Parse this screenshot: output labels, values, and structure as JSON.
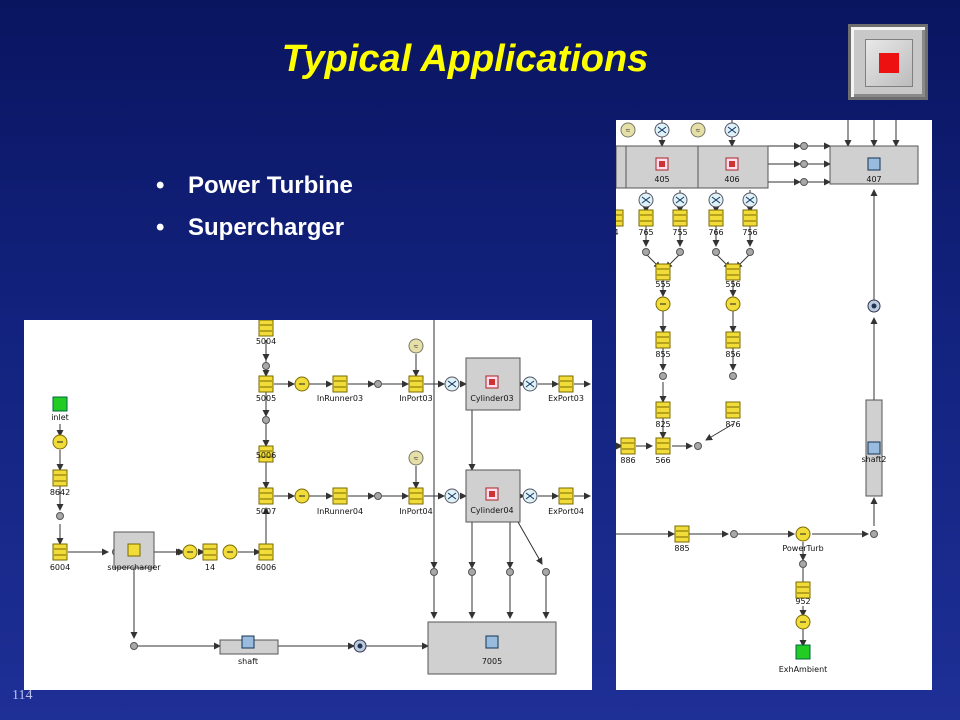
{
  "slide": {
    "title": "Typical Applications",
    "page_number": "114",
    "bullets": [
      "Power Turbine",
      "Supercharger"
    ],
    "bullet_glyph": "•"
  },
  "nav_button": {
    "icon": "stop-icon",
    "color": "#ee1111"
  },
  "left_diagram": {
    "labels": {
      "inlet": "inlet",
      "n8642": "8642",
      "n6004": "6004",
      "supercharger": "supercharger",
      "n14": "14",
      "n6006": "6006",
      "n5004": "5004",
      "n5005": "5005",
      "n5006": "5006",
      "n5007": "5007",
      "inrunner03": "InRunner03",
      "inrunner04": "InRunner04",
      "inport03": "InPort03",
      "inport04": "InPort04",
      "cylinder03": "Cylinder03",
      "cylinder04": "Cylinder04",
      "export03": "ExPort03",
      "export04": "ExPort04",
      "shaft": "shaft",
      "n7005": "7005"
    }
  },
  "right_diagram": {
    "labels": {
      "n405": "405",
      "n406": "406",
      "n407": "407",
      "n4": "4",
      "n765": "765",
      "n755": "755",
      "n766": "766",
      "n756": "756",
      "n555": "555",
      "n556": "556",
      "n855": "855",
      "n856": "856",
      "n825": "825",
      "n876": "876",
      "n886": "886",
      "n566": "566",
      "shaft2": "shaft2",
      "n885": "885",
      "powerturb": "PowerTurb",
      "n952": "952",
      "exhambient": "ExhAmbient"
    }
  },
  "colors": {
    "component_fill": "#f2dc3a",
    "component_stroke": "#7a6a00",
    "block_fill": "#d0d0d0",
    "ambient_green": "#22cc22",
    "node_gray": "#a8a8a8"
  }
}
